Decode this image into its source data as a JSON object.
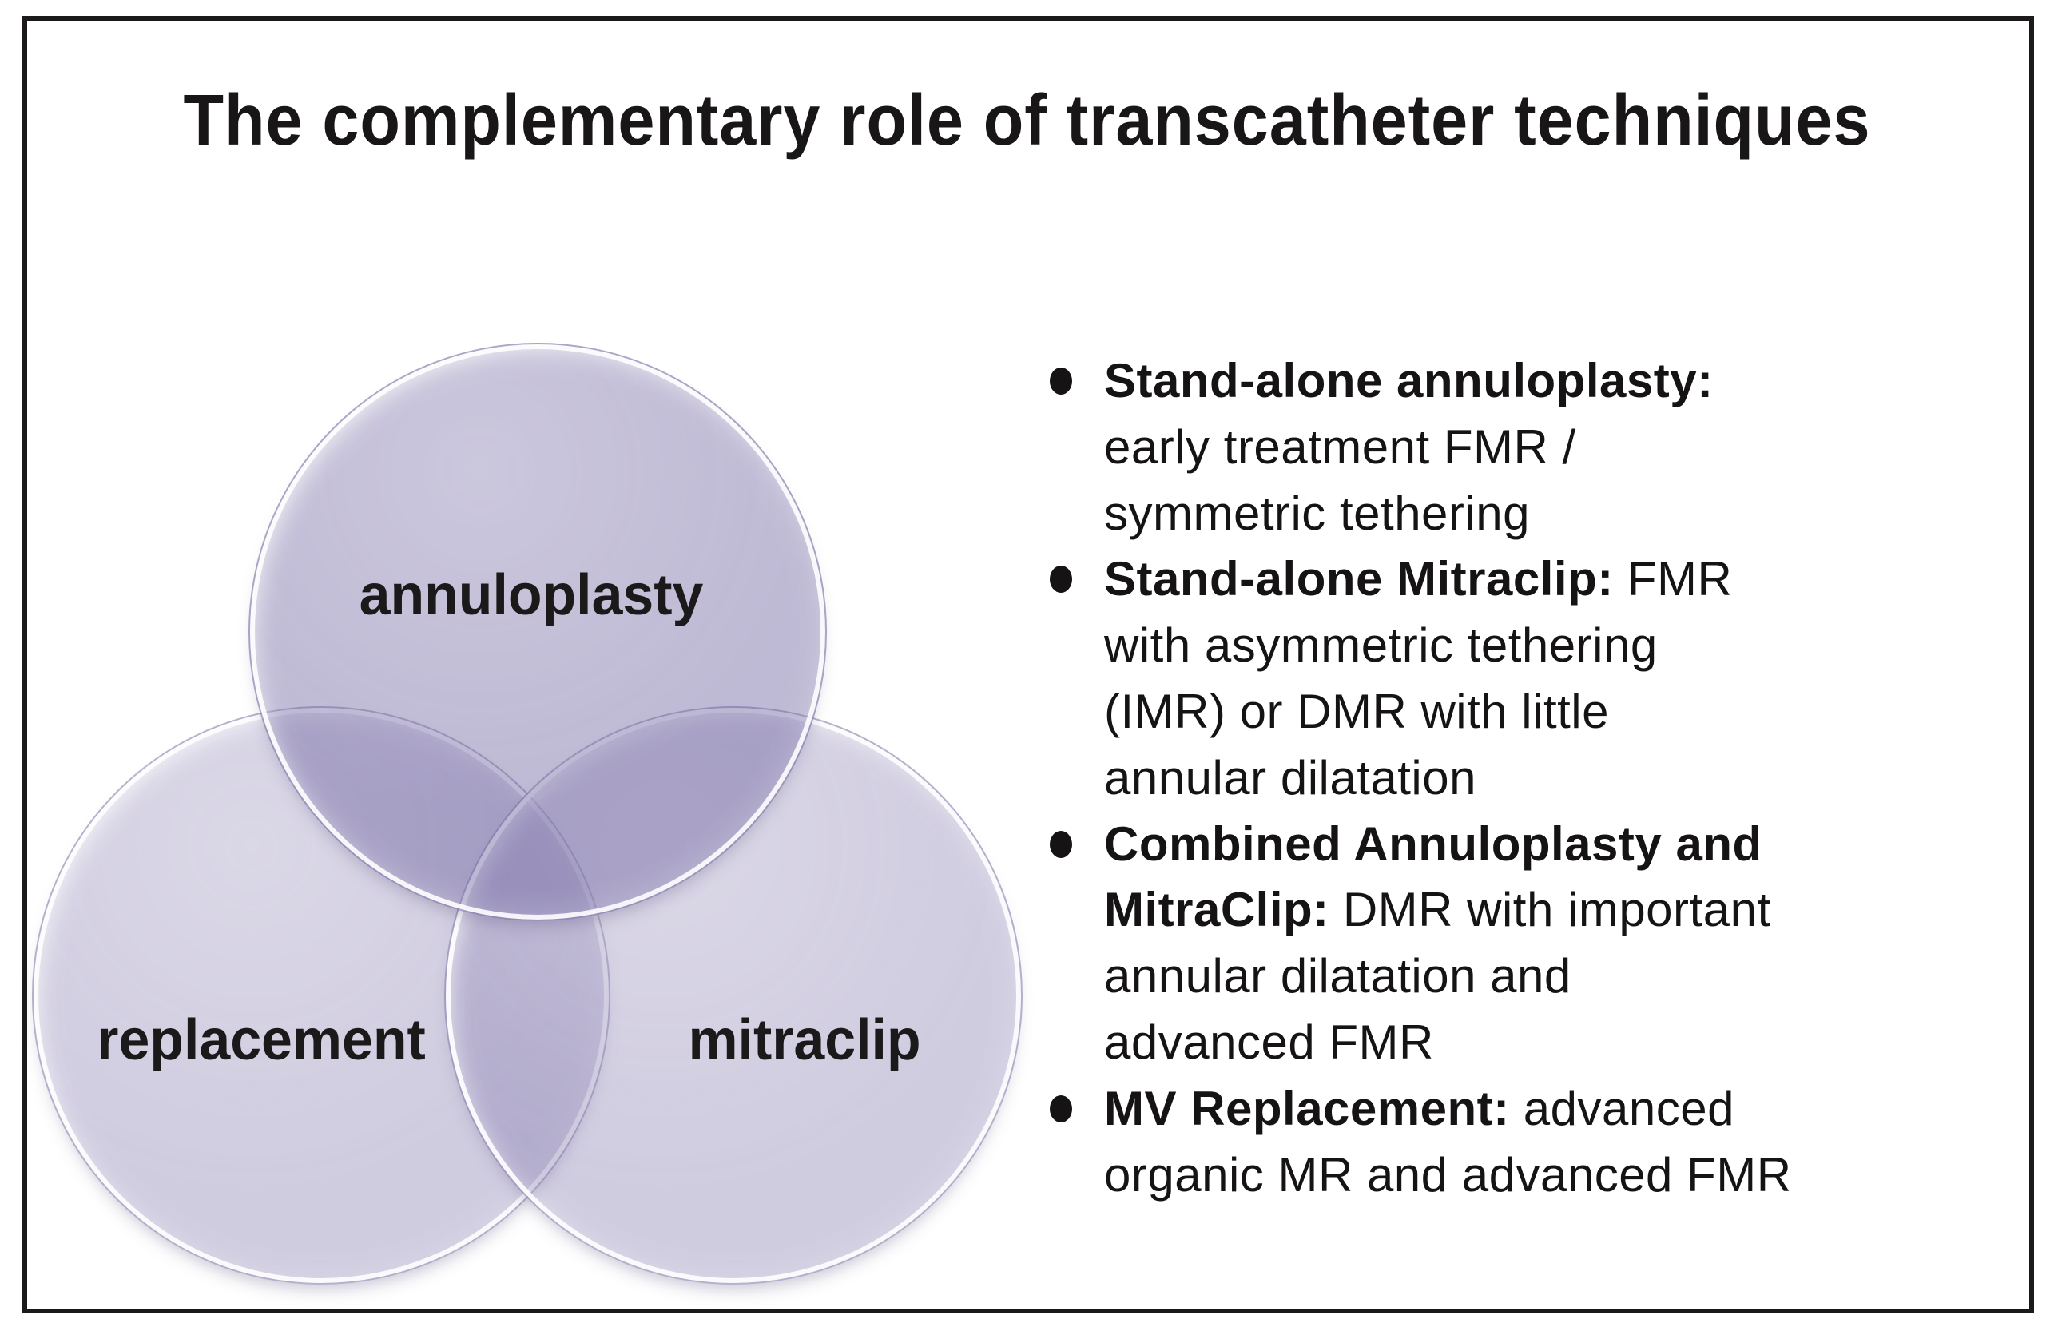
{
  "title": "The complementary role of transcatheter techniques",
  "venn": {
    "circles": [
      {
        "id": "annuloplasty",
        "label": "annuloplasty"
      },
      {
        "id": "replacement",
        "label": "replacement"
      },
      {
        "id": "mitraclip",
        "label": "mitraclip"
      }
    ],
    "colors": {
      "top_circle_fill": "#c1bcd6",
      "bottom_circle_fill": "#d0ccdf",
      "overlap_fill": "#a59ec4",
      "rim_highlight": "#ffffff"
    }
  },
  "bullets": [
    {
      "lines": [
        {
          "bold": "Stand-alone annuloplasty:",
          "regular": ""
        },
        {
          "bold": "",
          "regular": "early treatment FMR /"
        },
        {
          "bold": "",
          "regular": "symmetric tethering"
        }
      ]
    },
    {
      "lines": [
        {
          "bold": "Stand-alone Mitraclip:",
          "regular": " FMR"
        },
        {
          "bold": "",
          "regular": "with asymmetric tethering"
        },
        {
          "bold": "",
          "regular": "(IMR) or DMR with little"
        },
        {
          "bold": "",
          "regular": "annular dilatation"
        }
      ]
    },
    {
      "lines": [
        {
          "bold": "Combined Annuloplasty and",
          "regular": ""
        },
        {
          "bold": "MitraClip:",
          "regular": " DMR with important"
        },
        {
          "bold": "",
          "regular": "annular dilatation and"
        },
        {
          "bold": "",
          "regular": "advanced FMR"
        }
      ]
    },
    {
      "lines": [
        {
          "bold": "MV Replacement:",
          "regular": " advanced"
        },
        {
          "bold": "",
          "regular": "organic MR and advanced FMR"
        }
      ]
    }
  ],
  "frame_color": "#1c1a1b",
  "text_color": "#151314"
}
